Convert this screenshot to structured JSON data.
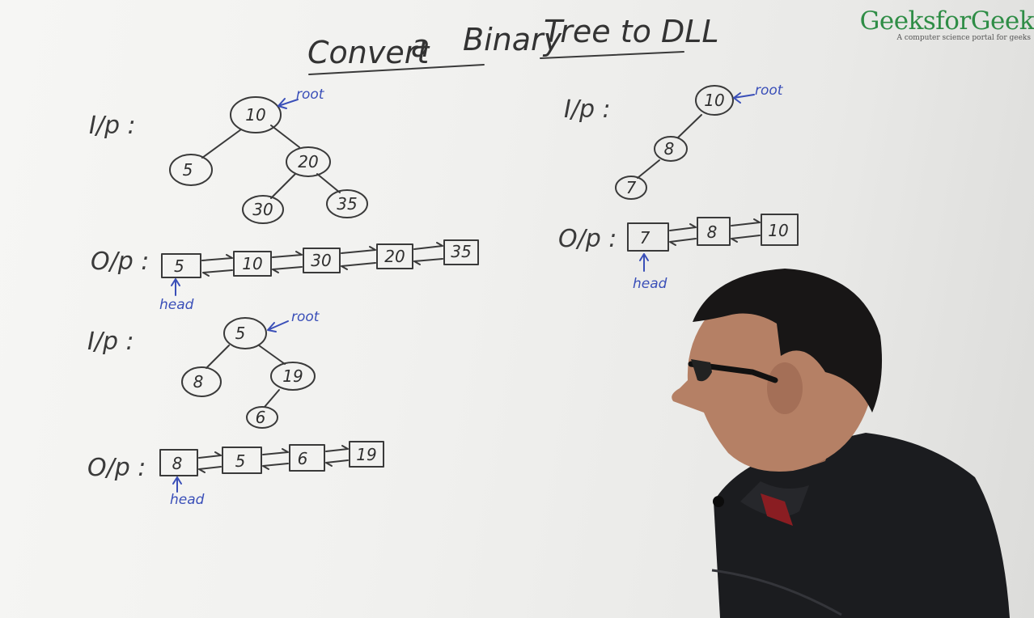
{
  "logo": {
    "brand": "GeeksforGeek",
    "tagline": "A computer science portal for geeks"
  },
  "title": {
    "part1": "Convert",
    "part2": "a",
    "part3": "Binary",
    "part4": "Tree to DLL"
  },
  "examples": [
    {
      "input_label": "I/p :",
      "output_label": "O/p :",
      "root_label": "root",
      "head_label": "head",
      "tree_nodes": [
        "10",
        "5",
        "20",
        "30",
        "35"
      ],
      "dll": [
        "5",
        "10",
        "30",
        "20",
        "35"
      ]
    },
    {
      "input_label": "I/p :",
      "output_label": "O/p :",
      "root_label": "root",
      "head_label": "head",
      "tree_nodes": [
        "10",
        "8",
        "7"
      ],
      "dll": [
        "7",
        "8",
        "10"
      ]
    },
    {
      "input_label": "I/p :",
      "output_label": "O/p :",
      "root_label": "root",
      "head_label": "head",
      "tree_nodes": [
        "5",
        "8",
        "19",
        "6"
      ],
      "dll": [
        "8",
        "5",
        "6",
        "19"
      ]
    }
  ],
  "colors": {
    "ink": "#3a3a3a",
    "annotation": "#3a4fb8",
    "brand": "#2f8d46"
  }
}
